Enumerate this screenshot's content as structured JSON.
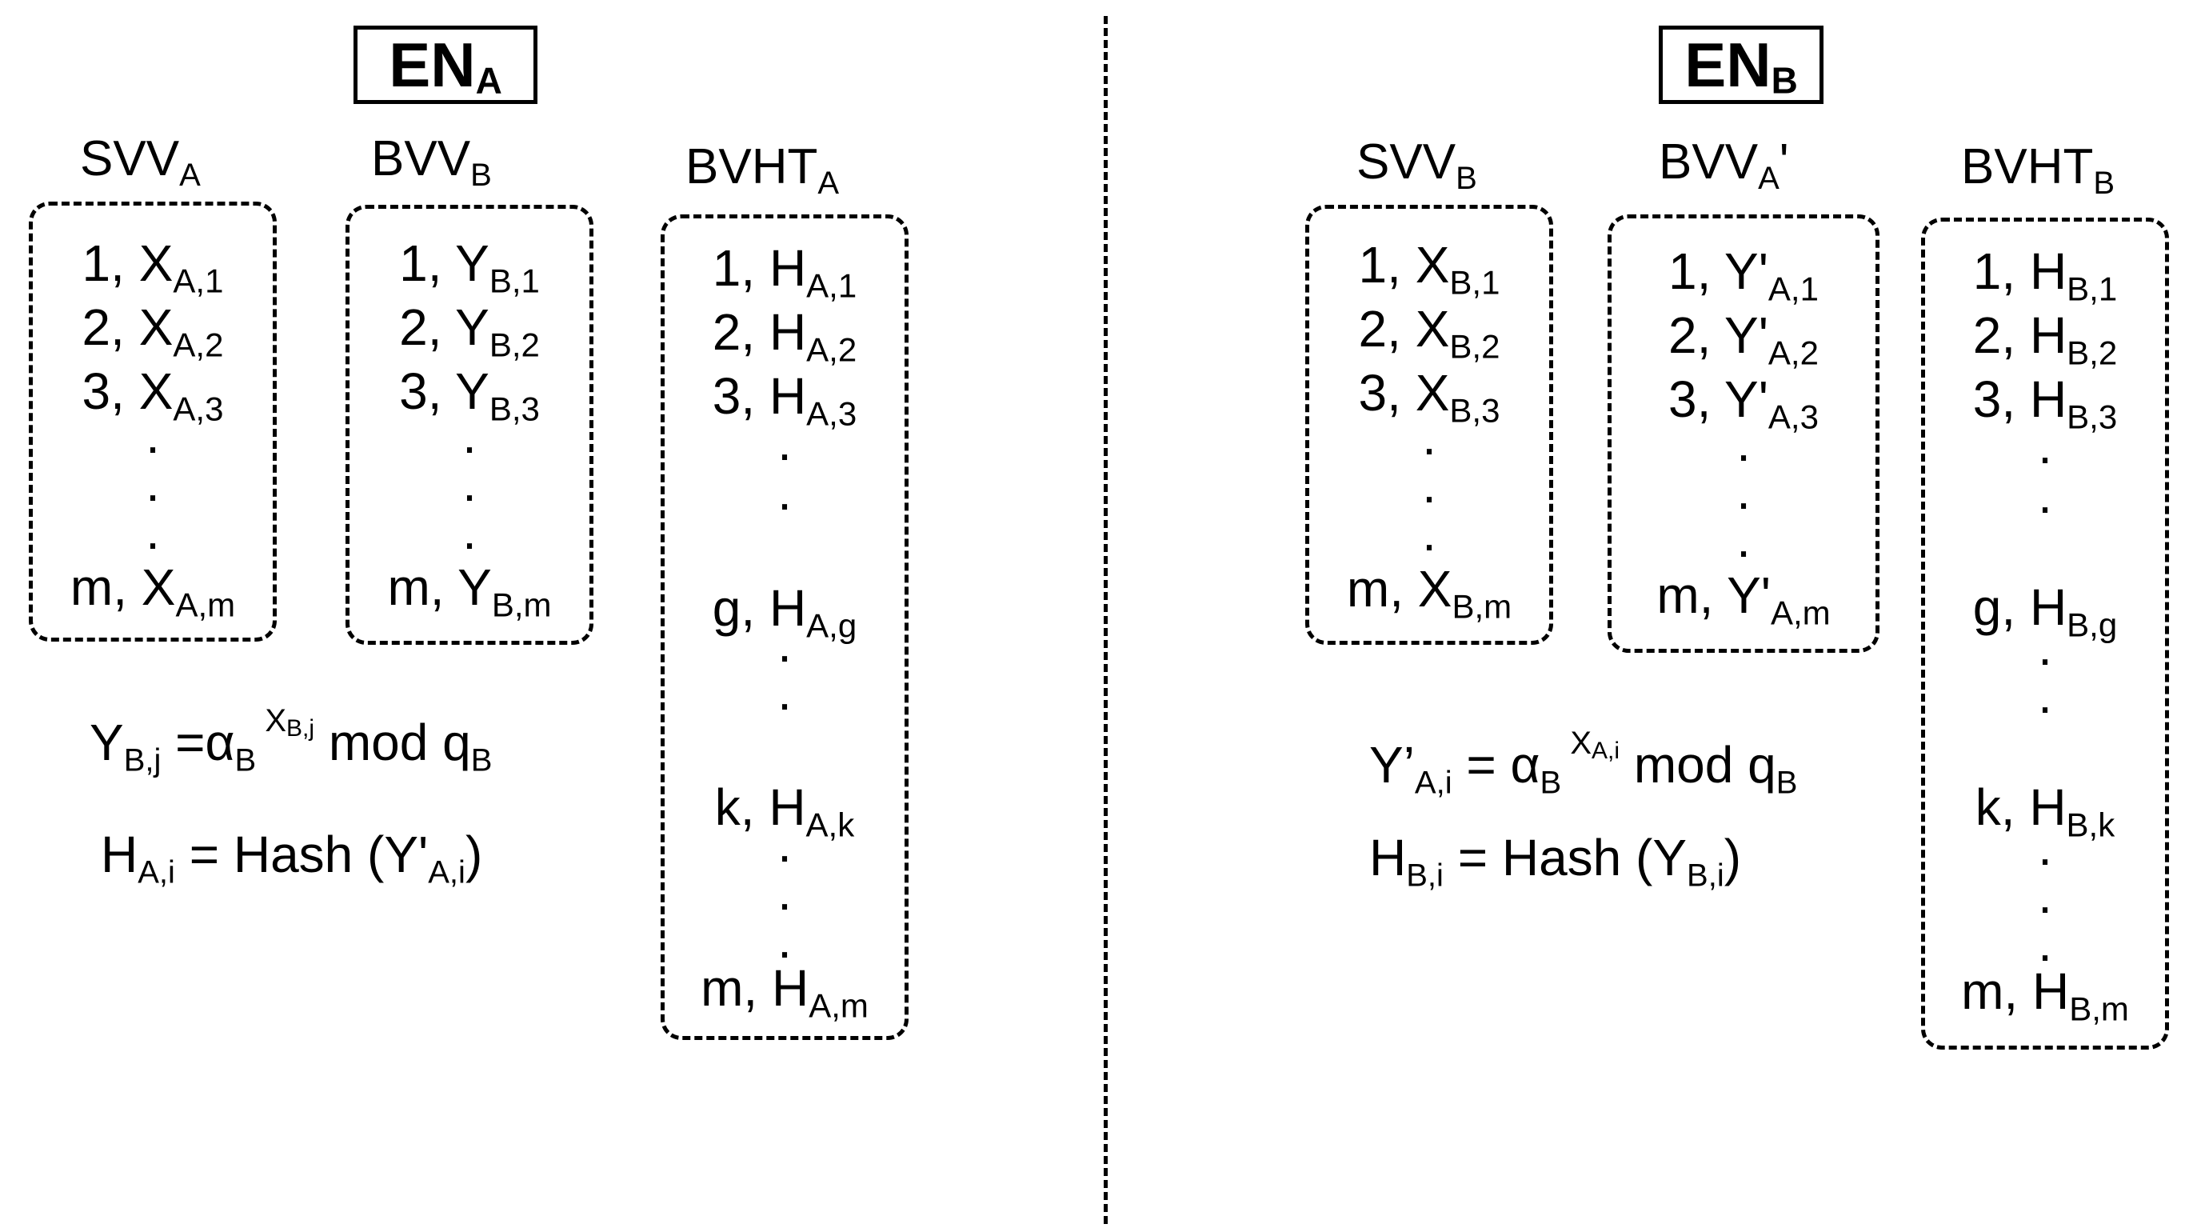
{
  "left": {
    "title": {
      "main": "EN",
      "sub": "A"
    },
    "svv": {
      "head": {
        "main": "SVV",
        "sub": "A"
      },
      "entries": [
        {
          "n": "1, ",
          "v": "X",
          "s": "A,1"
        },
        {
          "n": "2, ",
          "v": "X",
          "s": "A,2"
        },
        {
          "n": "3, ",
          "v": "X",
          "s": "A,3"
        },
        {
          "n": "m, ",
          "v": "X",
          "s": "A,m"
        }
      ]
    },
    "bvv": {
      "head": {
        "main": "BVV",
        "sub": "B"
      },
      "entries": [
        {
          "n": "1, ",
          "v": "Y",
          "s": "B,1"
        },
        {
          "n": "2, ",
          "v": "Y",
          "s": "B,2"
        },
        {
          "n": "3, ",
          "v": "Y",
          "s": "B,3"
        },
        {
          "n": "m, ",
          "v": "Y",
          "s": "B,m"
        }
      ]
    },
    "bvht": {
      "head": {
        "main": "BVHT",
        "sub": "A"
      },
      "entries": [
        {
          "n": "1, ",
          "v": "H",
          "s": "A,1"
        },
        {
          "n": "2, ",
          "v": "H",
          "s": "A,2"
        },
        {
          "n": "3, ",
          "v": "H",
          "s": "A,3"
        },
        {
          "n": "g, ",
          "v": "H",
          "s": "A,g"
        },
        {
          "n": "k, ",
          "v": "H",
          "s": "A,k"
        },
        {
          "n": "m, ",
          "v": "H",
          "s": "A,m"
        }
      ]
    },
    "formula1": {
      "lhs": "Y",
      "lhs_sub": "B,j",
      "eq": " =α",
      "alpha_sub": "B",
      "exp": "X",
      "exp_sub": "B,j",
      "mod": " mod q",
      "mod_sub": "B"
    },
    "formula2": {
      "lhs": "H",
      "lhs_sub": "A,i",
      "eq": " = Hash (Y'",
      "arg_sub": "A,i",
      "close": ")"
    }
  },
  "right": {
    "title": {
      "main": "EN",
      "sub": "B"
    },
    "svv": {
      "head": {
        "main": "SVV",
        "sub": "B"
      },
      "entries": [
        {
          "n": "1, ",
          "v": "X",
          "s": "B,1"
        },
        {
          "n": "2, ",
          "v": "X",
          "s": "B,2"
        },
        {
          "n": "3, ",
          "v": "X",
          "s": "B,3"
        },
        {
          "n": "m, ",
          "v": "X",
          "s": "B,m"
        }
      ]
    },
    "bvv": {
      "head": {
        "main": "BVV",
        "sub": "A",
        "prime": "'"
      },
      "entries": [
        {
          "n": "1, ",
          "v": "Y'",
          "s": "A,1"
        },
        {
          "n": "2, ",
          "v": "Y'",
          "s": "A,2"
        },
        {
          "n": "3, ",
          "v": "Y'",
          "s": "A,3"
        },
        {
          "n": "m, ",
          "v": "Y'",
          "s": "A,m"
        }
      ]
    },
    "bvht": {
      "head": {
        "main": "BVHT",
        "sub": "B"
      },
      "entries": [
        {
          "n": "1, ",
          "v": "H",
          "s": "B,1"
        },
        {
          "n": "2, ",
          "v": "H",
          "s": "B,2"
        },
        {
          "n": "3, ",
          "v": "H",
          "s": "B,3"
        },
        {
          "n": "g, ",
          "v": "H",
          "s": "B,g"
        },
        {
          "n": "k, ",
          "v": "H",
          "s": "B,k"
        },
        {
          "n": "m, ",
          "v": "H",
          "s": "B,m"
        }
      ]
    },
    "formula1": {
      "lhs": "Y’",
      "lhs_sub": "A,i",
      "eq": " = α",
      "alpha_sub": "B",
      "exp": "X",
      "exp_sub": "A,i",
      "mod": " mod q",
      "mod_sub": "B"
    },
    "formula2": {
      "lhs": "H",
      "lhs_sub": "B,i",
      "eq": " = Hash (Y",
      "arg_sub": "B,i",
      "close": ")"
    }
  },
  "dots": "."
}
